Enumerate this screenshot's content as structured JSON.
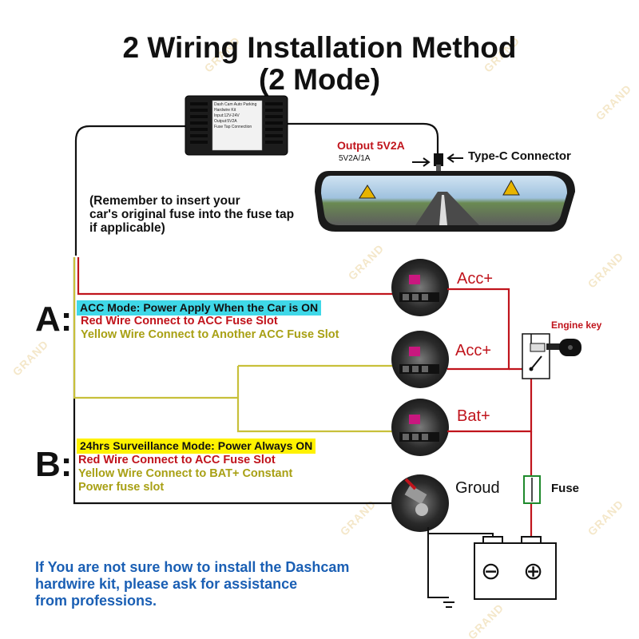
{
  "title_line1": "2 Wiring Installation Method",
  "title_line2": "(2 Mode)",
  "module": {
    "label_lines": [
      "Dash Cam Auto Parking Hardwire Kit",
      "Input:12V-24V",
      "Output:5V2A",
      "Fuse Tap Connection"
    ]
  },
  "output_label": "Output 5V2A",
  "output_sublabel": "5V2A/1A",
  "connector_label": "Type-C Connector",
  "note_lines": [
    "(Remember to insert your",
    "car's original fuse into the fuse tap",
    "if applicable)"
  ],
  "mode_a": {
    "letter": "A:",
    "title": "ACC Mode: Power Apply When the Car is ON",
    "red_text": "Red Wire Connect to ACC Fuse Slot",
    "yellow_text": "Yellow Wire Connect to Another ACC Fuse Slot",
    "highlight_color": "#3fd8e8"
  },
  "mode_b": {
    "letter": "B:",
    "title": "24hrs Surveillance Mode: Power Always ON",
    "red_text": "Red Wire Connect to ACC Fuse Slot",
    "yellow_text_lines": [
      "Yellow Wire Connect to BAT+ Constant",
      "Power fuse slot"
    ],
    "highlight_color": "#fff200"
  },
  "fuse_slots": [
    "Acc+",
    "Acc+",
    "Bat+"
  ],
  "ground_label": "Groud",
  "engine_key_label": "Engine key",
  "fuse_label": "Fuse",
  "battery": {
    "minus": "⊖",
    "plus": "⊕"
  },
  "footer_lines": [
    "If You are not sure how to install the Dashcam",
    "hardwire kit, please ask for assistance",
    "from professions."
  ],
  "watermark": "GRAND",
  "colors": {
    "red_wire": "#c0141c",
    "yellow_wire": "#c8c03a",
    "black_wire": "#111111",
    "footer": "#1a5fb4"
  }
}
